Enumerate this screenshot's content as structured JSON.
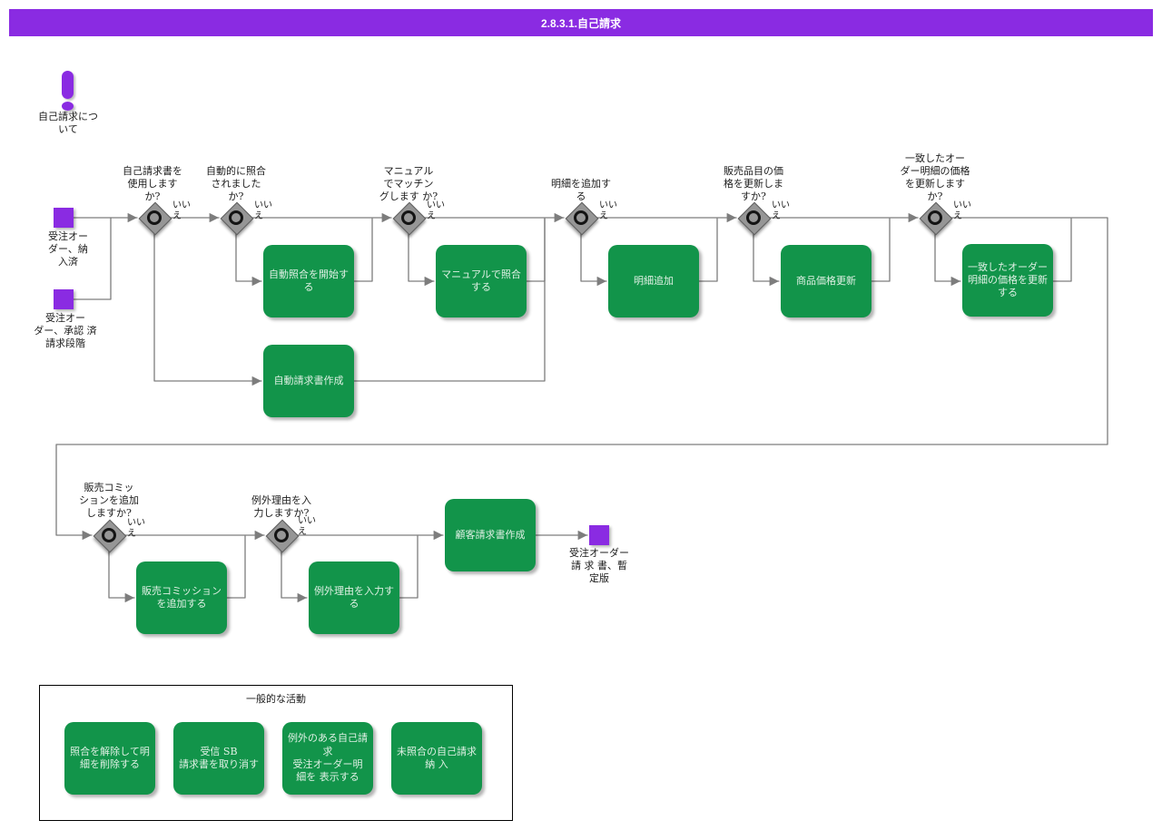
{
  "header": {
    "title": "2.8.3.1.自己請求"
  },
  "colors": {
    "purple": "#8a2be2",
    "green": "#12944a",
    "line": "#7d7d7d"
  },
  "note": {
    "label": "自己請求につ\nいて"
  },
  "events": {
    "start_delivered": {
      "label": "受注オー\nダー、納\n入済"
    },
    "start_approved": {
      "label": "受注オー\nダー、承認 済\n請求段階"
    },
    "end_invoice_draft": {
      "label": "受注オーダー\n請 求 書、暫\n定版"
    }
  },
  "gateways": {
    "use_self_billing": {
      "question": "自己請求書を\n使用します\nか?",
      "no": "いい\nえ"
    },
    "auto_matched": {
      "question": "自動的に照合\nされました\nか?",
      "no": "いい\nえ"
    },
    "manual_match": {
      "question": "マニュアル\nでマッチン\nグします か?",
      "no": "いい\nえ"
    },
    "add_lines": {
      "question": "明細を追加す\nる",
      "no": "いい\nえ"
    },
    "update_item_price": {
      "question": "販売品目の価\n格を更新しま\nすか?",
      "no": "いい\nえ"
    },
    "update_matched_price": {
      "question": "一致したオー\nダー明細の価格\nを更新します\nか?",
      "no": "いい\nえ"
    },
    "add_commission": {
      "question": "販売コミッ\nションを追加\nしますか?",
      "no": "いい\nえ"
    },
    "enter_exception": {
      "question": "例外理由を入\n力しますか?",
      "no": "いい\nえ"
    }
  },
  "tasks": {
    "start_auto_match": {
      "label": "自動照合を開始す\nる"
    },
    "manual_match": {
      "label": "マニュアルで照合\nする"
    },
    "add_line": {
      "label": "明細追加"
    },
    "update_product_price": {
      "label": "商品価格更新"
    },
    "update_matched_line_price": {
      "label": "一致したオーダー\n明細の価格を更新\nする"
    },
    "auto_invoice": {
      "label": "自動請求書作成"
    },
    "add_commission": {
      "label": "販売コミッション\nを追加する"
    },
    "enter_exception": {
      "label": "例外理由を入力す\nる"
    },
    "create_customer_invoice": {
      "label": "顧客請求書作成"
    }
  },
  "legend": {
    "title": "一般的な活動",
    "items": [
      {
        "label": "照合を解除して明\n細を削除する"
      },
      {
        "label": "受信 SB\n請求書を取り消す"
      },
      {
        "label": "例外のある自己請\n求\n受注オーダー明\n細を 表示する"
      },
      {
        "label": "未照合の自己請求\n納 入"
      }
    ]
  }
}
